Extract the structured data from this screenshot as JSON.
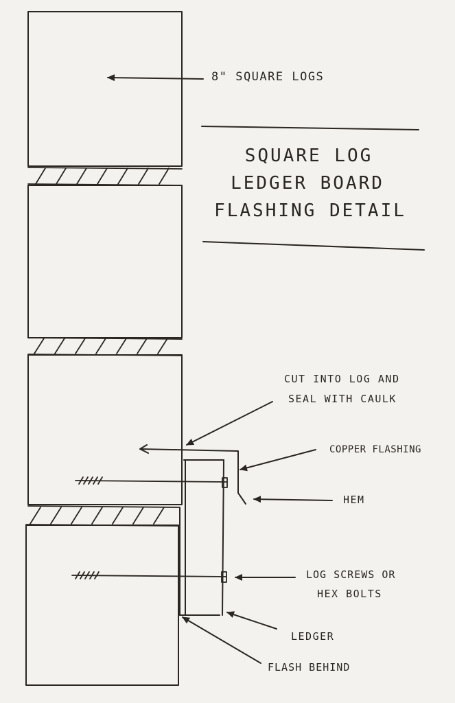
{
  "title": {
    "line1": "SQUARE LOG",
    "line2": "LEDGER BOARD",
    "line3": "FLASHING DETAIL"
  },
  "labels": {
    "logs": "8\" SQUARE LOGS",
    "cut_line1": "CUT INTO LOG AND",
    "cut_line2": "SEAL WITH CAULK",
    "copper": "COPPER FLASHING",
    "hem": "HEM",
    "screws_line1": "LOG SCREWS OR",
    "screws_line2": "HEX BOLTS",
    "ledger": "LEDGER",
    "flash_behind": "FLASH BEHIND"
  }
}
